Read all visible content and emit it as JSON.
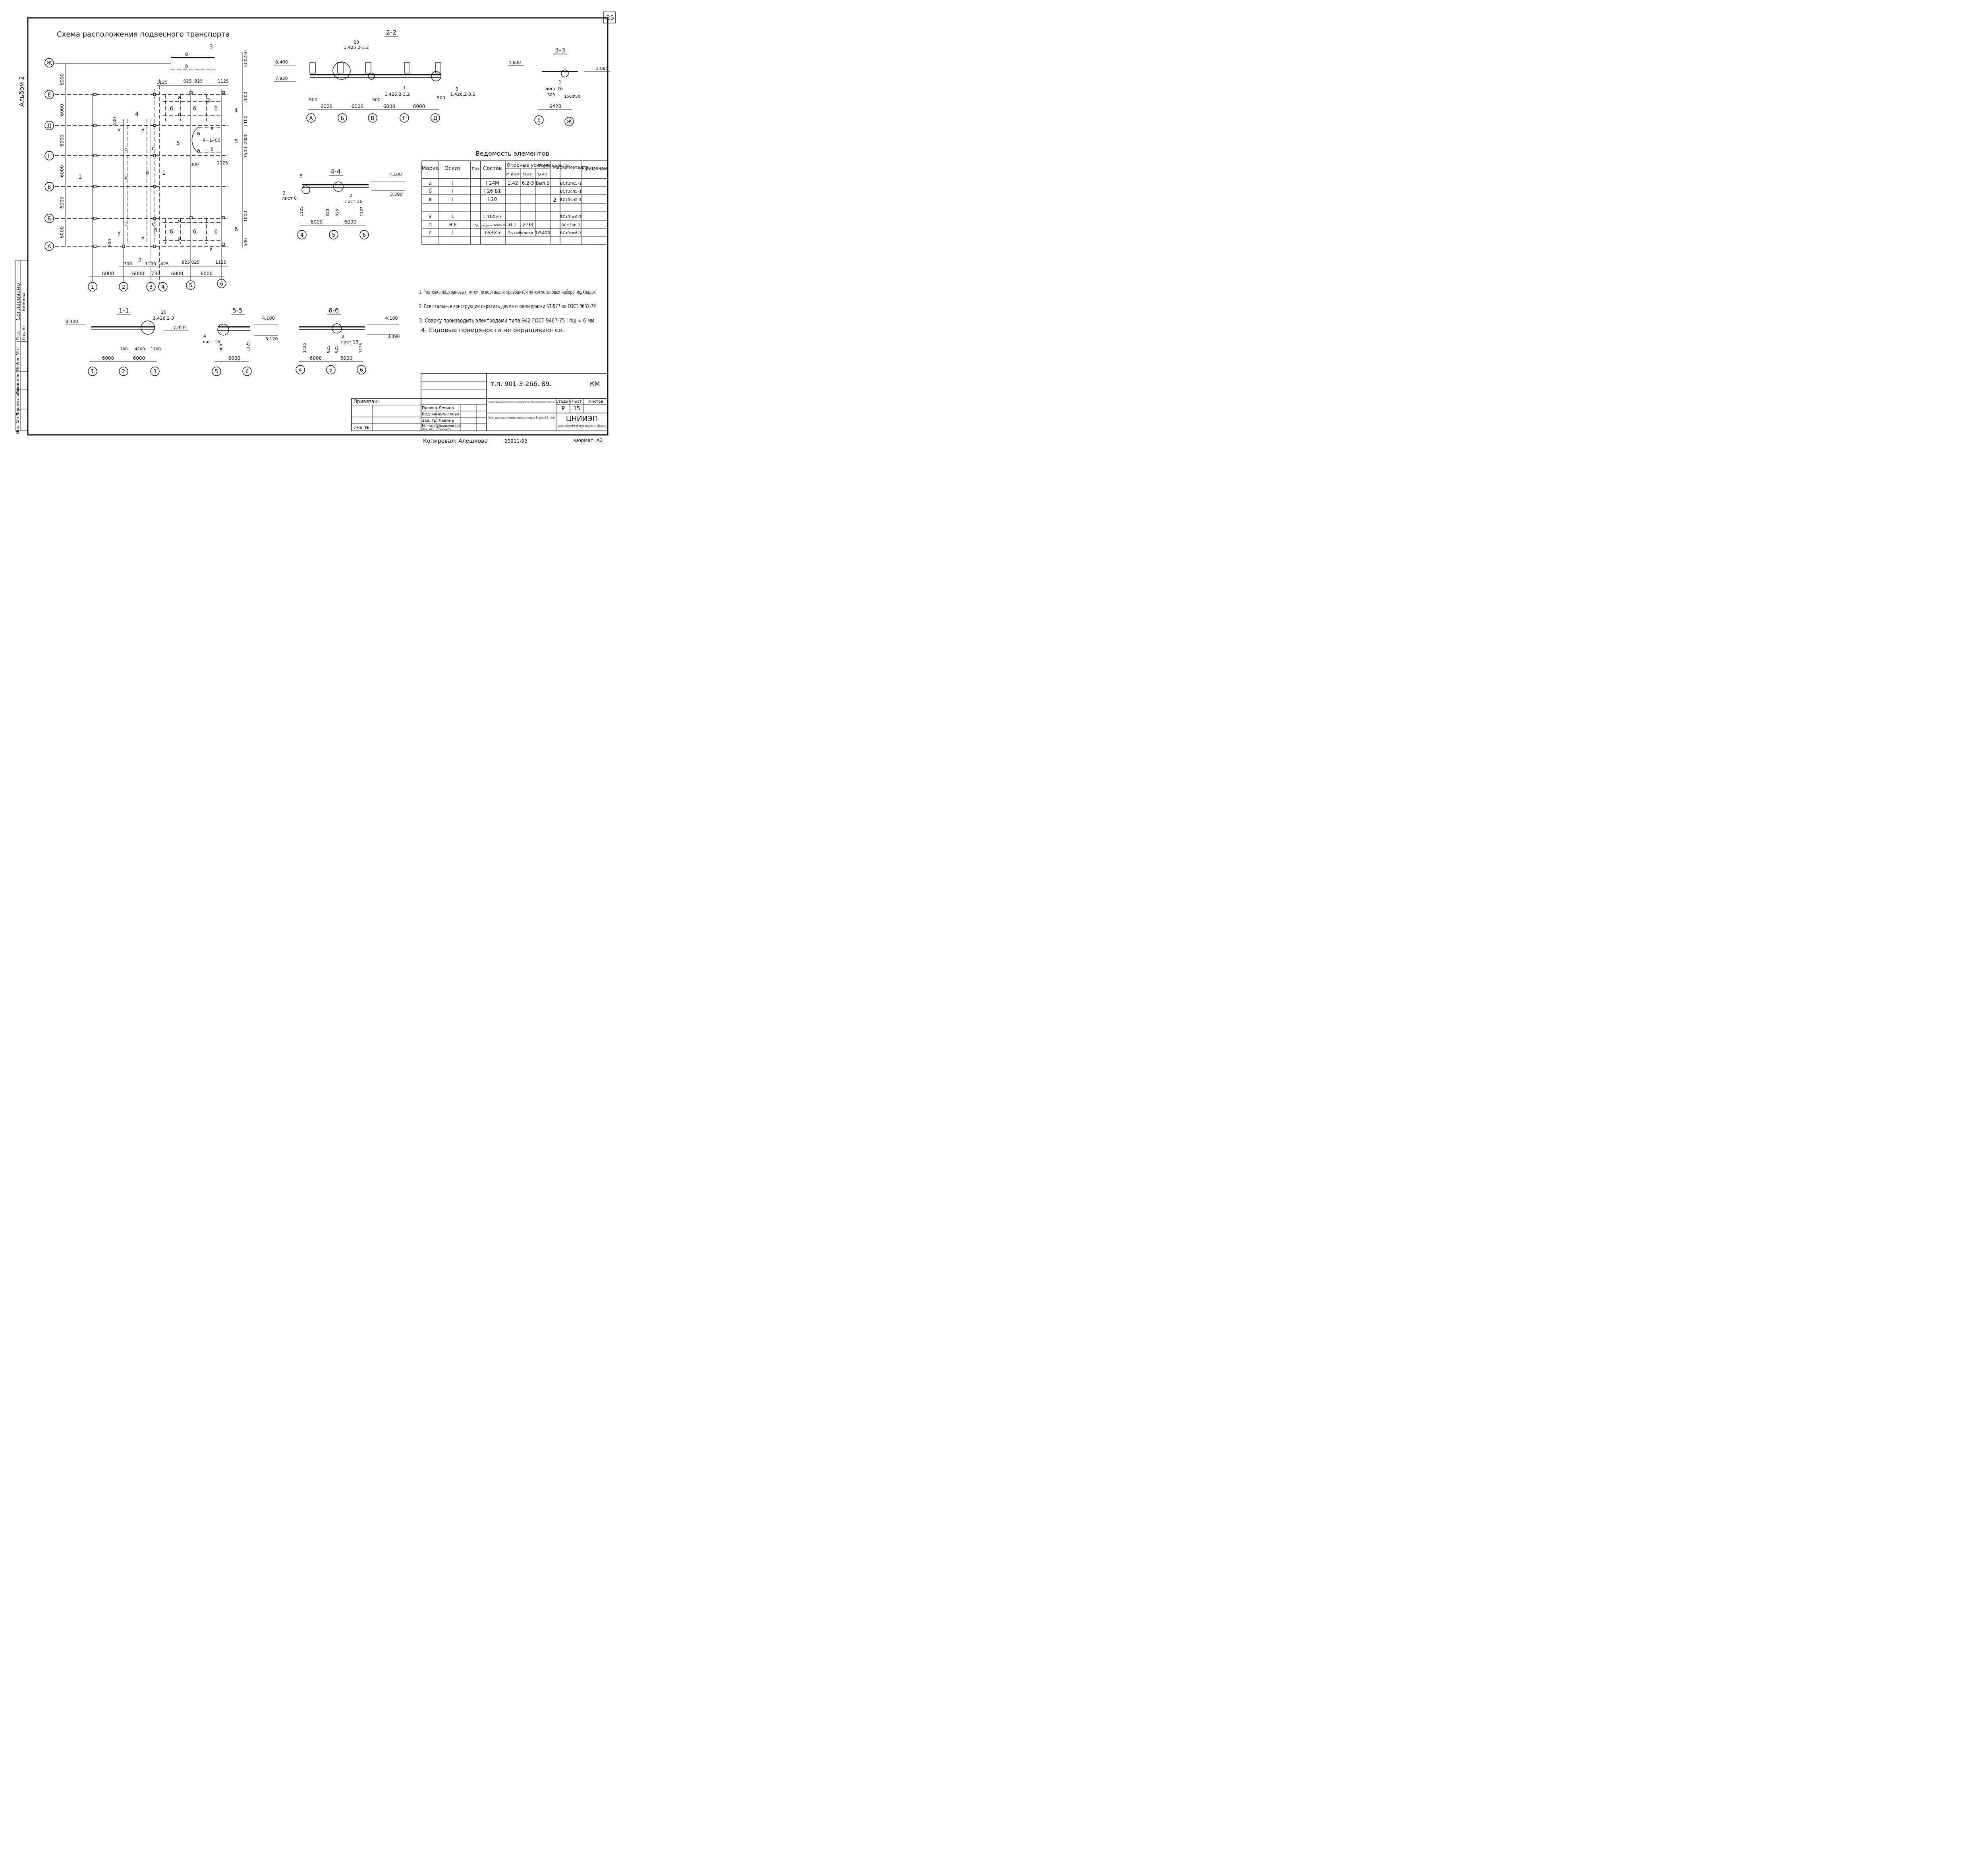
{
  "sheet": {
    "page_number": "25",
    "album": "Альбом 2",
    "title": "Схема расположения подвесного транспорта",
    "copied_by": "Копировал: Алешкова",
    "ref_number": "23911-02",
    "format": "Формат: А2"
  },
  "plan": {
    "axes_rows": [
      "Ж",
      "Е",
      "Д",
      "Г",
      "В",
      "Б",
      "А"
    ],
    "axes_cols": [
      "1",
      "2",
      "3",
      "4",
      "5",
      "6"
    ],
    "row_spacings": [
      "6000",
      "6000",
      "6000",
      "6000",
      "6000",
      "6000"
    ],
    "col_spacings": [
      "6000",
      "6000",
      "730",
      "6000",
      "6000"
    ],
    "dims_top": [
      "1125",
      "825",
      "825",
      "1125"
    ],
    "dims_bottom": [
      "700",
      "1100",
      "1425",
      "825",
      "825",
      "1125"
    ],
    "dims_right": [
      "750",
      "500",
      "2000",
      "1100",
      "2800",
      "1500",
      "1000",
      "500"
    ],
    "dims_side": [
      "500",
      "500",
      "300",
      "1125"
    ],
    "radius_label": "R=1400",
    "member_marks": [
      "а",
      "б",
      "в",
      "у",
      "с"
    ],
    "section_marks": [
      "1",
      "2",
      "3",
      "4",
      "5",
      "6"
    ]
  },
  "sections": {
    "s22": {
      "title": "2-2",
      "elev_top": "8.400",
      "elev_mid": "7.920",
      "ref1": "20",
      "ref1_code": "1.426.2-3.2",
      "ref2": "1",
      "ref2_code": "1.426.2-3.2",
      "ref3": "3",
      "ref3_code": "1.426.2-3.2",
      "dims": [
        "6000",
        "6000",
        "6000",
        "6000"
      ],
      "small": [
        "500",
        "500",
        "500"
      ],
      "axes": [
        "А",
        "Б",
        "В",
        "Г",
        "Д"
      ]
    },
    "s33": {
      "title": "3-3",
      "elev_left": "4.600",
      "elev_right": "3.880",
      "sheet_ref": "1",
      "sheet_ref2": "лист 16",
      "dims_small": [
        "500",
        "1500",
        "750"
      ],
      "dim": "6420",
      "axes": [
        "Е",
        "Ж"
      ]
    },
    "s44": {
      "title": "4-4",
      "elev_top": "4.100",
      "elev_bot": "3.390",
      "ref_left": "3",
      "ref_left2": "лист 6",
      "ref_right": "2",
      "ref_right2": "лист 16",
      "ref_top": "5",
      "dims_small": [
        "1125",
        "825",
        "825",
        "1125"
      ],
      "dims": [
        "6000",
        "6000"
      ],
      "axes": [
        "4",
        "5",
        "6"
      ]
    },
    "s11": {
      "title": "1-1",
      "elev_top": "8.400",
      "elev_bot": "7.920",
      "ref": "20",
      "ref_code": "1.426.2-3",
      "dims_small": [
        "700",
        "4200",
        "1100"
      ],
      "dims": [
        "6000",
        "6000"
      ],
      "axes": [
        "1",
        "2",
        "3"
      ]
    },
    "s55": {
      "title": "5-5",
      "elev_top": "4.100",
      "elev_bot": "3.120",
      "ref": "4",
      "ref2": "лист 16",
      "dims_small": [
        "300",
        "1125"
      ],
      "dim": "6000",
      "axes": [
        "5",
        "6"
      ]
    },
    "s66": {
      "title": "6-6",
      "elev_top": "4.100",
      "elev_bot": "3.390",
      "ref": "2",
      "ref2": "лист 16",
      "dims_small": [
        "1425",
        "825",
        "825",
        "1125"
      ],
      "dims": [
        "6000",
        "6000"
      ],
      "axes": [
        "4",
        "5",
        "6"
      ]
    }
  },
  "table": {
    "title": "Ведомость элементов",
    "headers": [
      "Марка",
      "Эскиз",
      "Поз",
      "Состав",
      "Опорные усилия",
      "Группа констр.",
      "Марка металла",
      "Примечан"
    ],
    "sub_headers": [
      "М кНм",
      "Н кН",
      "Q кН"
    ],
    "rows": [
      [
        "а",
        "I",
        "",
        "I 24М",
        "1.42",
        "6.2-3",
        "Вып.2",
        "",
        "ВСт3пс5-1",
        ""
      ],
      [
        "б",
        "I",
        "",
        "I 26 Б1",
        "",
        "",
        "",
        "",
        "ВСт3сп5-1",
        ""
      ],
      [
        "в",
        "I",
        "",
        "I 20",
        "",
        "",
        "",
        "2",
        "ВСт3сп5-1",
        ""
      ],
      [
        "",
        "",
        "",
        "",
        "",
        "",
        "",
        "",
        "",
        ""
      ],
      [
        "у",
        "L",
        "",
        "L 100×7",
        "",
        "",
        "",
        "",
        "ВСт3пс6-1",
        ""
      ],
      [
        "п",
        "Э-Е",
        "",
        "Гн. профиль 2С60×32×3",
        "0.1",
        "2.93",
        "",
        "",
        "ВСт3кп 2",
        ""
      ],
      [
        "с",
        "L",
        "",
        "L63×5",
        "По гибкости",
        "1/5400",
        "",
        "",
        "ВСт3пс6-1",
        ""
      ]
    ]
  },
  "notes": [
    "1. Рихтовка подкрановых путей по вертикали проводится путем установки набора подкладок",
    "2. Все стальные конструкции окрасить двумя слоями краски БТ-577 по ГОСТ 3631-79",
    "3. Сварку производить электродами типа Э42 ГОСТ 9467-75 ; hш = 6 мм.",
    "4. Ездовые поверхности не окрашиваются."
  ],
  "left_strip": {
    "agreed": "Согласовано",
    "rows": [
      "Беляева",
      "Отд. ВГ"
    ],
    "stamps": [
      "Инв. № подл.",
      "Подпись и дата",
      "Взам. инв. №",
      "Инв. № о",
      "Отд."
    ]
  },
  "title_block": {
    "code": "т.п. 901-3-266. 89.",
    "mark": "КМ",
    "bound": "Привязан:",
    "inv": "Инв. №",
    "object": "Главный корпус для станций очистки воды поверхностных источников мутностью до 1500 мг/л производительностью 32 тыс.м³/сутки",
    "sheet_title": "Схема расположения подвесного транспорта. Разрезы 1-1 ... 6-6",
    "stage_label": "Стадия",
    "stage": "Р",
    "sheet_label": "Лист",
    "sheet": "15",
    "sheets_label": "Листов",
    "sheets": "",
    "org": "ЦНИИЭП",
    "org_sub": "инженерного оборудования г. Москва",
    "roles": [
      "Провер.",
      "Вед. инж.",
      "Зав. гр.",
      "Н. контр.",
      "Нач. отд."
    ],
    "names": [
      "Левина",
      "Смыслова",
      "Левина",
      "Данилевский",
      "Письман"
    ]
  }
}
